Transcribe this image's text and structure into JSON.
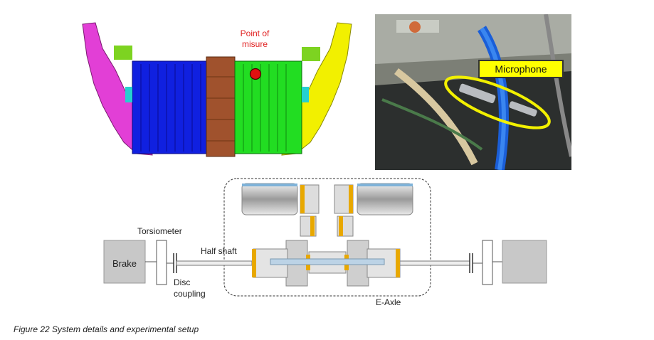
{
  "cad_figure": {
    "point_label": "Point of misure"
  },
  "photo": {
    "callout": "Microphone"
  },
  "schematic": {
    "labels": {
      "brake": "Brake",
      "torsiometer": "Torsiometer",
      "half_shaft": "Half shaft",
      "disc_coupling_line1": "Disc",
      "disc_coupling_line2": "coupling",
      "e_axle": "E-Axle"
    }
  },
  "caption": "Figure 22 System details and experimental setup"
}
